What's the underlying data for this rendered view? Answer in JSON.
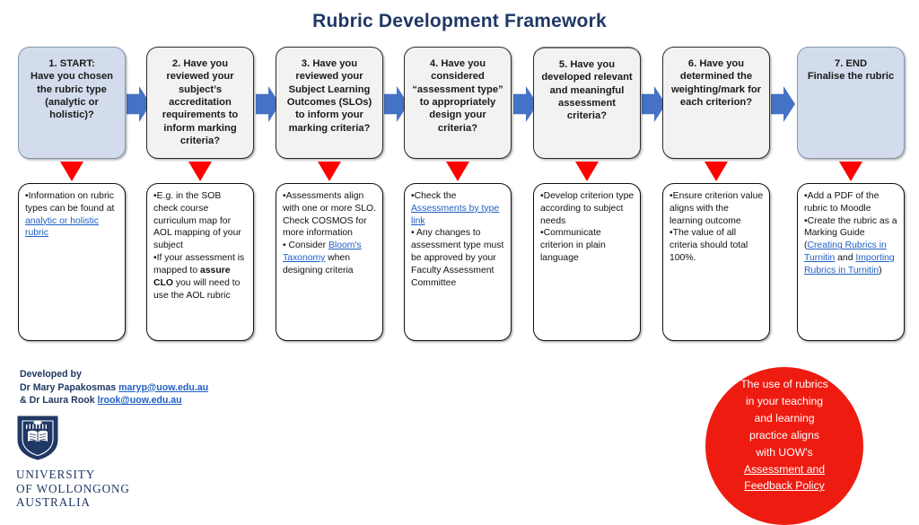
{
  "title": "Rubric Development Framework",
  "colors": {
    "title": "#1F3864",
    "arrow_blue": "#4472C4",
    "arrow_red": "#FF0000",
    "circle_red": "#EE1B11",
    "link_blue": "#1F5FC4",
    "start_box_fill": "#D3DCEC",
    "step_box_fill": "#F2F2F2"
  },
  "steps": [
    {
      "label": "1. START:\nHave you chosen the rubric type (analytic or holistic)?",
      "line1": "1. START:",
      "line2": "Have you chosen",
      "line3": "the rubric type",
      "line4": "(analytic or",
      "line5": "holistic)?",
      "style": "blue"
    },
    {
      "label": "2. Have you reviewed your subject’s accreditation requirements to inform marking criteria?",
      "line1": "2. Have you",
      "line2": "reviewed your",
      "line3": "subject’s",
      "line4": "accreditation",
      "line5": "requirements to",
      "line6": "inform marking",
      "line7": "criteria?",
      "style": "gray"
    },
    {
      "label": "3. Have you reviewed your Subject Learning Outcomes (SLOs) to inform your marking criteria?",
      "line1": "3. Have you",
      "line2": "reviewed your",
      "line3": "Subject Learning",
      "line4": "Outcomes (SLOs)",
      "line5": "to inform your",
      "line6": "marking criteria?",
      "style": "gray"
    },
    {
      "label": "4. Have you considered “assessment type” to appropriately design your criteria?",
      "line1": "4. Have you",
      "line2": "considered",
      "line3": "“assessment type”",
      "line4": "to appropriately",
      "line5": "design your criteria?",
      "style": "gray"
    },
    {
      "label": "5. Have you developed relevant and meaningful assessment criteria?",
      "line1": "5. Have you",
      "line2": "developed relevant",
      "line3": "and meaningful",
      "line4": "assessment criteria?",
      "style": "gray thick"
    },
    {
      "label": "6. Have you determined the weighting/mark for each criterion?",
      "line1": "6. Have you",
      "line2": "determined the",
      "line3": "weighting/mark for",
      "line4": "each criterion?",
      "style": "gray"
    },
    {
      "label": "7. END Finalise the rubric",
      "line1": "7. END",
      "line2": "Finalise the rubric",
      "style": "blue"
    }
  ],
  "details": [
    {
      "text": "•Information on rubric types can be found at analytic or holistic rubric",
      "pre": "•Information on rubric types can be found at ",
      "link": "analytic or holistic rubric",
      "post": ""
    },
    {
      "text": "•E.g. in the SOB check course curriculum map for AOL mapping of your subject •If your assessment is mapped to assure CLO you will need to use the AOL rubric",
      "p1": "•E.g. in the SOB check course curriculum map for AOL mapping of your subject",
      "p2_pre": "•If your assessment is mapped to ",
      "p2_bold": "assure CLO",
      "p2_post": " you will need to use the AOL rubric"
    },
    {
      "text": "•Assessments align with one or more SLO. Check COSMOS for more information • Consider Bloom's Taxonomy when designing criteria",
      "p1": "•Assessments align with one or more SLO. Check COSMOS for more information",
      "p2_pre": "• Consider ",
      "p2_link": "Bloom's Taxonomy",
      "p2_post": " when designing criteria"
    },
    {
      "text": "•Check the Assessments by type link • Any changes to assessment type must be approved by your Faculty Assessment Committee",
      "p1_pre": "•Check the ",
      "p1_link": "Assessments by type link ",
      "p2": "• Any changes to assessment type must be approved by your Faculty Assessment Committee"
    },
    {
      "text": "•Develop criterion type according to subject needs •Communicate criterion in plain language",
      "p1": "•Develop criterion type according to subject needs",
      "p2": "•Communicate criterion in plain language"
    },
    {
      "text": "•Ensure criterion value aligns with the learning outcome •The value of all criteria should total 100%.",
      "p1": "•Ensure criterion value aligns with the learning outcome",
      "p2": "•The value of all criteria should total 100%."
    },
    {
      "text": "•Add a PDF of the rubric to Moodle •Create the rubric as a Marking Guide (Creating Rubrics in Turnitin and Importing Rubrics in Turnitin)",
      "p1": "•Add a PDF of the rubric to Moodle",
      "p2_pre": "•Create the rubric as a Marking Guide (",
      "p2_link1": "Creating Rubrics in Turnitin",
      "p2_mid": " and ",
      "p2_link2": "Importing Rubrics in Turnitin",
      "p2_post": ")"
    }
  ],
  "credits": {
    "line1": "Developed by",
    "author1_name": "Dr Mary Papakosmas ",
    "author1_email": "maryp@uow.edu.au",
    "author2_name": "& Dr Laura Rook ",
    "author2_email": "lrook@uow.edu.au"
  },
  "circle": {
    "line1": "The use of rubrics",
    "line2": "in your teaching",
    "line3": "and learning",
    "line4": "practice aligns",
    "line5": "with UOW's",
    "link1": "Assessment and",
    "link2": "Feedback Policy"
  },
  "logo": {
    "line1": "UNIVERSITY",
    "line2": "OF WOLLONGONG",
    "line3": "AUSTRALIA"
  }
}
